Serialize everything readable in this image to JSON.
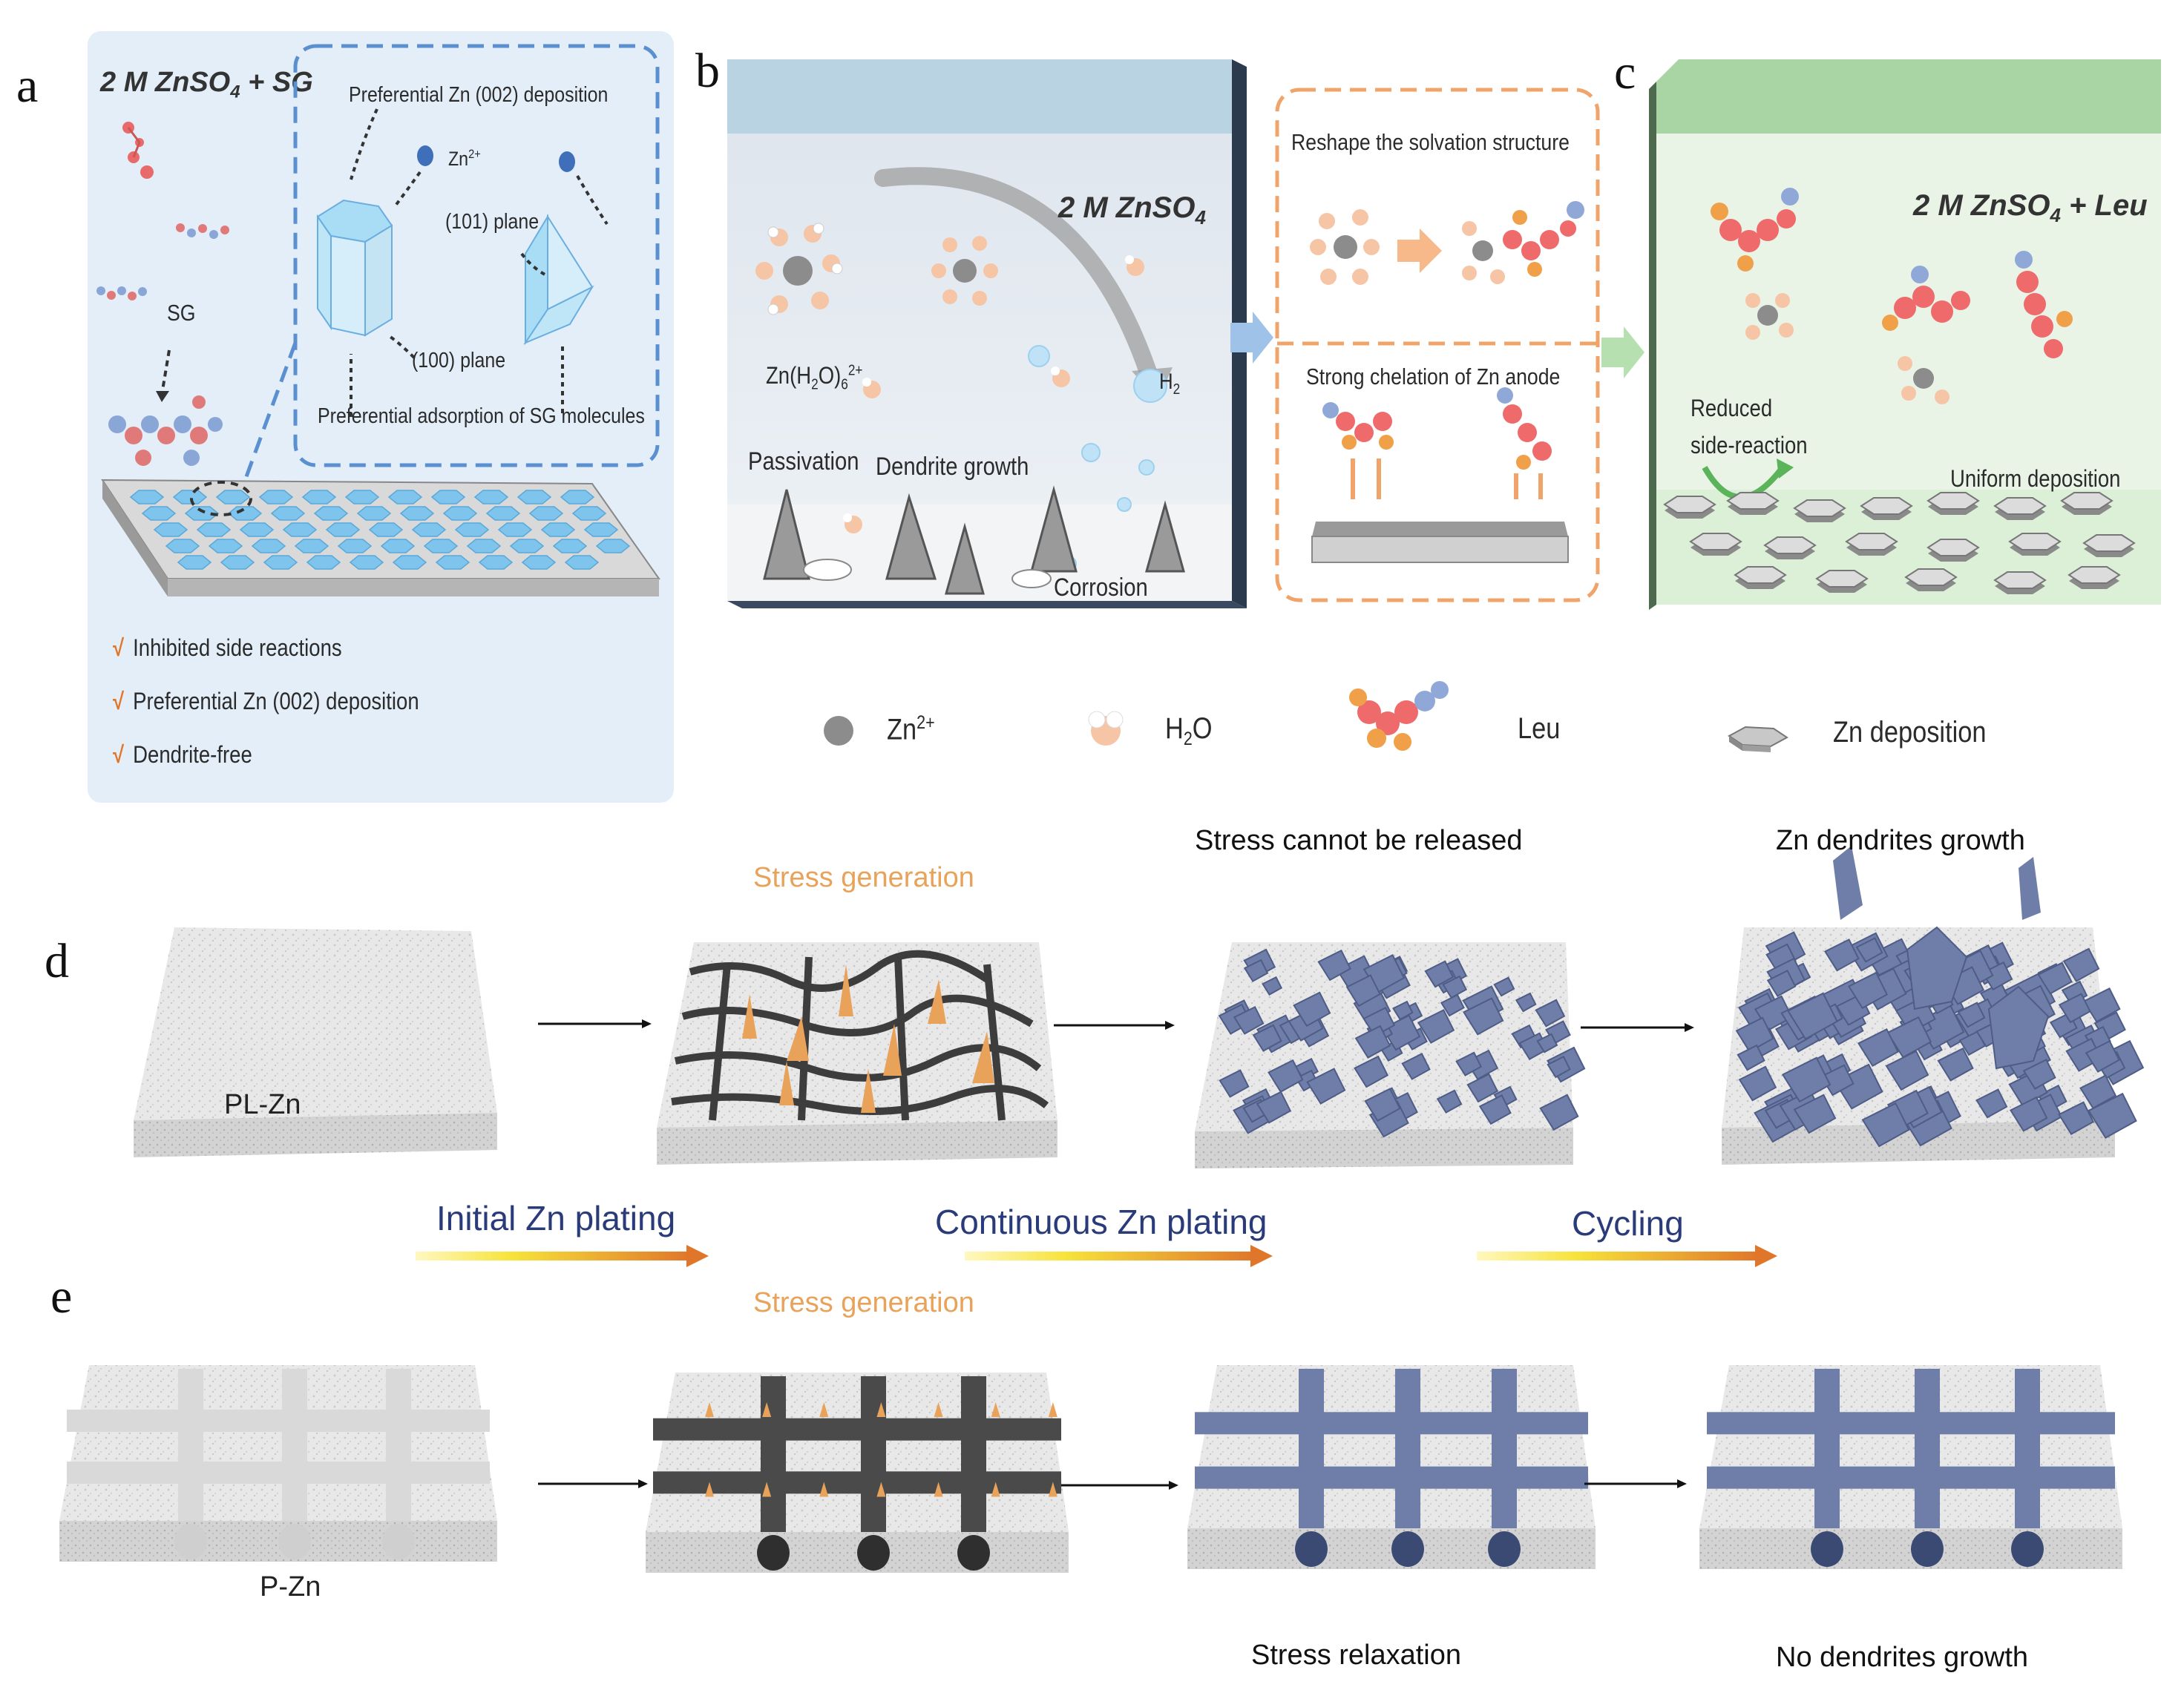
{
  "panel_letters": {
    "a": "a",
    "b": "b",
    "c": "c",
    "d": "d",
    "e": "e"
  },
  "panel_a": {
    "title_prefix": "2 M  ZnSO",
    "title_sub": "4",
    "title_suffix": " + SG",
    "inset_top": "Preferential Zn (002) deposition",
    "zn_label": "Zn",
    "zn_sup": "2+",
    "plane_101": "(101) plane",
    "plane_100": "(100) plane",
    "inset_bottom": "Preferential adsorption of SG molecules",
    "sg_label": "SG",
    "check_mark": "√",
    "checks": [
      "Inhibited side reactions",
      "Preferential Zn (002) deposition",
      "Dendrite-free"
    ]
  },
  "panel_b": {
    "title_prefix": "2 M ZnSO",
    "title_sub": "4",
    "hydrated": "Zn(H",
    "hydrated_sub1": "2",
    "hydrated_mid": "O)",
    "hydrated_sub2": "6",
    "hydrated_sup": "2+",
    "h2": "H",
    "h2_sub": "2",
    "passivation": "Passivation",
    "dendrite": "Dendrite growth",
    "corrosion": "Corrosion"
  },
  "middle_box": {
    "top": "Reshape the solvation structure",
    "bottom": "Strong chelation of Zn anode"
  },
  "panel_c": {
    "title_prefix": "2 M ZnSO",
    "title_sub": "4",
    "title_suffix": " + Leu",
    "reduced": [
      "Reduced",
      "side-reaction"
    ],
    "uniform": "Uniform deposition"
  },
  "legend": {
    "zn": "Zn",
    "zn_sup": "2+",
    "h2o": "H",
    "h2o_sub": "2",
    "h2o_end": "O",
    "leu": "Leu",
    "zn_dep": "Zn deposition"
  },
  "panel_d": {
    "pl_zn": "PL-Zn",
    "stress_gen": "Stress generation",
    "stress_cannot": "Stress cannot  be released",
    "dendrites": "Zn dendrites growth"
  },
  "steps": {
    "initial": "Initial Zn plating",
    "continuous": "Continuous Zn plating",
    "cycling": "Cycling"
  },
  "panel_e": {
    "p_zn": "P-Zn",
    "stress_gen": "Stress generation",
    "relaxation": "Stress relaxation",
    "no_dendrites": "No dendrites growth"
  },
  "colors": {
    "blue_box_top": "#b9d3e2",
    "blue_box_face": "#e7ecf1",
    "green_box_top": "#a9d4a3",
    "green_box_face": "#e9f4e6",
    "panel_a_bg": "#e3eef8",
    "dash_blue": "#5a8fd0",
    "dash_orange": "#f0a46a",
    "stress_orange": "#e8a25a",
    "zn_blue": "#6e7ea8",
    "arrow_orange": "#e0762a",
    "arrow_yellow": "#f7e33a",
    "title_navy": "#2a3b7a"
  }
}
